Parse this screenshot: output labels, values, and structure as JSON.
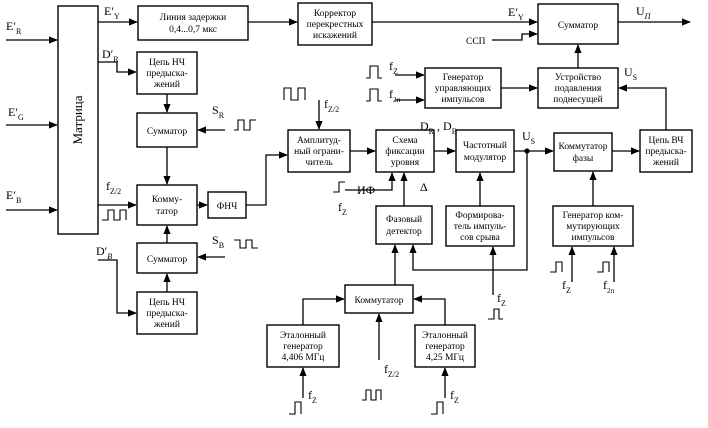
{
  "blocks": {
    "matrix": "Матрица",
    "delay": [
      "Линия задержки",
      "0,4...0,7 мкс"
    ],
    "corrector": [
      "Корректор",
      "перекрестных",
      "искажений"
    ],
    "adder_out": "Сумматор",
    "lf_r": [
      "Цепь НЧ",
      "предыска-",
      "жений"
    ],
    "adder_r": "Сумматор",
    "commutator_l": [
      "Комму-",
      "татор"
    ],
    "lpf": "ФНЧ",
    "adder_b": "Сумматор",
    "lf_b": [
      "Цепь НЧ",
      "предыска-",
      "жений"
    ],
    "amp_limiter": [
      "Амплитуд-",
      "ный ограни-",
      "читель"
    ],
    "clamp": [
      "Схема",
      "фиксации",
      "уровня"
    ],
    "freq_mod": [
      "Частотный",
      "модулятор"
    ],
    "pulse_gen": [
      "Генератор",
      "управляющих",
      "импульсов"
    ],
    "suppress": [
      "Устройство",
      "подавления",
      "поднесущей"
    ],
    "phase_comm": [
      "Коммутатор",
      "фазы"
    ],
    "hf_chain": [
      "Цепь ВЧ",
      "предыска-",
      "жений"
    ],
    "phase_det": [
      "Фазовый",
      "детектор"
    ],
    "form_pulse": [
      "Формирова-",
      "тель импуль-",
      "сов срыва"
    ],
    "gen_comm": [
      "Генератор ком-",
      "мутирующих",
      "импульсов"
    ],
    "commutator_b": "Коммутатор",
    "ref_gen1": [
      "Эталонный",
      "генератор",
      "4,406 МГц"
    ],
    "ref_gen2": [
      "Эталонный",
      "генератор",
      "4,25 МГц"
    ]
  },
  "signals": {
    "ER": "E′",
    "ER_sub": "R",
    "EG": "E′",
    "EG_sub": "G",
    "EB": "E′",
    "EB_sub": "B",
    "EY": "E′",
    "EY_sub": "Y",
    "EY2": "E′",
    "EY2_sub": "Y",
    "DR": "D′",
    "DR_sub": "R",
    "DB": "D′",
    "DB_sub": "B",
    "UP": "U",
    "UP_sub": "П",
    "US1": "U",
    "US1_sub": "S",
    "US2": "U",
    "US2_sub": "S",
    "SSP": "ССП",
    "fz1": "f",
    "fz1_sub": "Z",
    "f2n1": "f",
    "f2n1_sub": "2п",
    "fz2_top": "f",
    "fz2_top_sub": "Z/2",
    "fz2_left": "f",
    "fz2_left_sub": "Z/2",
    "SR": "S",
    "SR_sub": "R",
    "SB": "S",
    "SB_sub": "B",
    "DRDB": "D",
    "DRDB_r": "R",
    "DRDB_b": "B",
    "IF": "ИФ",
    "delta": "Δ",
    "fz_if": "f",
    "fz_if_sub": "Z",
    "fz_form": "f",
    "fz_form_sub": "Z",
    "fz_gc": "f",
    "fz_gc_sub": "Z",
    "f2n_gc": "f",
    "f2n_gc_sub": "2п",
    "fz_g1": "f",
    "fz_g1_sub": "Z",
    "fz2_mid": "f",
    "fz2_mid_sub": "Z/2",
    "fz_g2": "f",
    "fz_g2_sub": "Z"
  }
}
